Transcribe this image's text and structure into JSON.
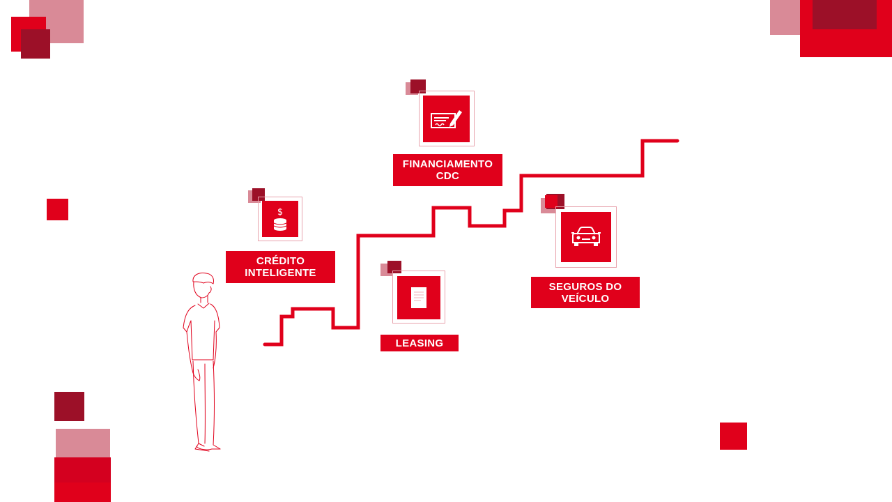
{
  "colors": {
    "brand_red": "#e0001b",
    "dark_red": "#9c1028",
    "pink": "#d98a97",
    "outline": "#e8a3ad"
  },
  "steps": [
    {
      "id": "credito",
      "line1": "CRÉDITO",
      "line2": "INTELIGENTE",
      "icon": "coins-dollar-icon"
    },
    {
      "id": "leasing",
      "line1": "LEASING",
      "line2": "",
      "icon": "document-icon"
    },
    {
      "id": "financiamento",
      "line1": "FINANCIAMENTO",
      "line2": "CDC",
      "icon": "check-signature-icon"
    },
    {
      "id": "seguros",
      "line1": "SEGUROS DO",
      "line2": "VEÍCULO",
      "icon": "car-icon"
    }
  ],
  "figure": {
    "icon": "standing-man-icon"
  }
}
